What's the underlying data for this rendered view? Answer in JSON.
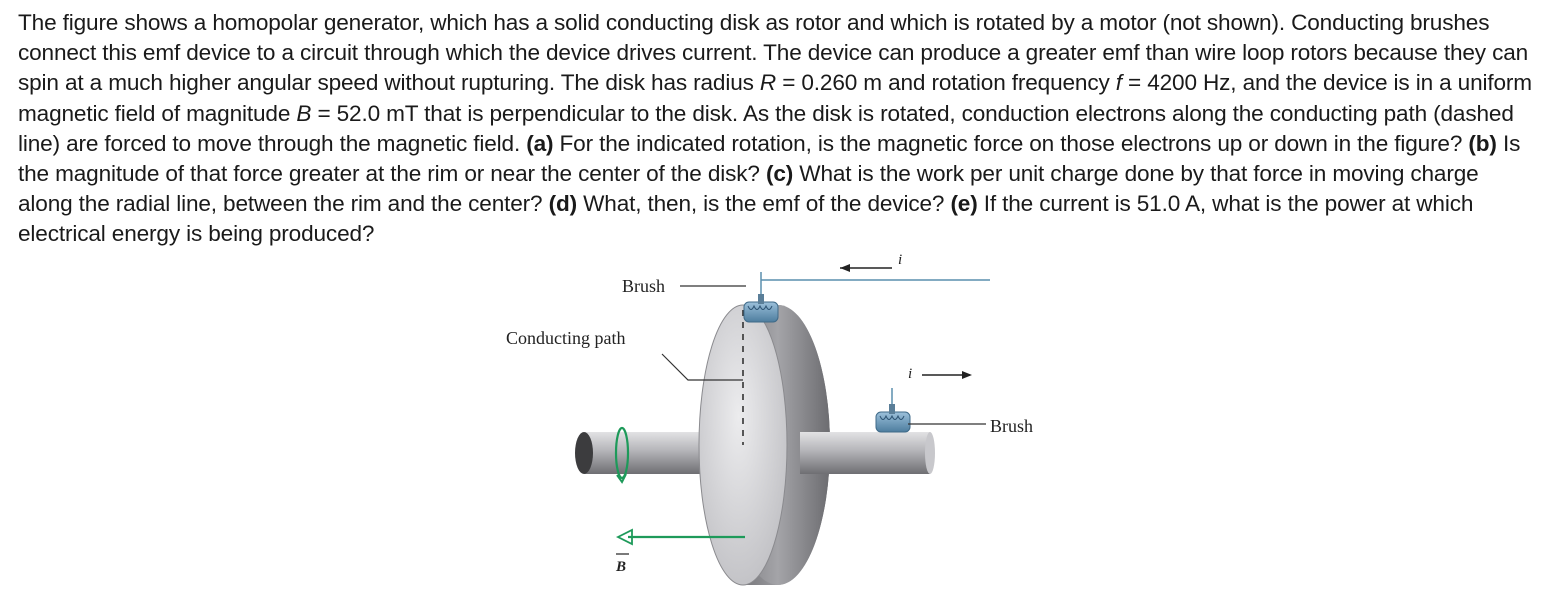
{
  "problem": {
    "intro": "The figure shows a homopolar generator, which has a solid conducting disk as rotor and which is rotated by a motor (not shown). Conducting brushes connect this emf device to a circuit through which the device drives current. The device can produce a greater emf than wire loop rotors because they can spin at a much higher angular speed without rupturing. The disk has radius ",
    "var_R": "R",
    "eq_R": " = 0.260 m and rotation frequency ",
    "var_f": "f",
    "eq_f": " = 4200 Hz, and the device is in a uniform magnetic field of magnitude ",
    "var_B": "B",
    "eq_B": " = 52.0 mT that is perpendicular to the disk. As the disk is rotated, conduction electrons along the conducting path (dashed line) are forced to move through the magnetic field. ",
    "part_a_label": "(a)",
    "part_a_text": " For the indicated rotation, is the magnetic force on those electrons up or down in the figure? ",
    "part_b_label": "(b)",
    "part_b_text": " Is the magnitude of that force greater at the rim or near the center of the disk? ",
    "part_c_label": "(c)",
    "part_c_text": " What is the work per unit charge done by that force in moving charge along the radial line, between the rim and the center? ",
    "part_d_label": "(d)",
    "part_d_text": " What, then, is the emf of the device? ",
    "part_e_label": "(e)",
    "part_e_text": " If the current is 51.0 A, what is the power at which electrical energy is being produced?"
  },
  "figure": {
    "label_brush_top": "Brush",
    "label_conducting_path": "Conducting path",
    "label_brush_right": "Brush",
    "label_current_top": "i",
    "label_current_right": "i",
    "label_field": "B",
    "colors": {
      "disk_face": "#d6d6d8",
      "disk_rim": "#8f8f93",
      "shaft": "#9c9ca0",
      "brush": "#6f98b8",
      "wire": "#5a8fae",
      "field_arrow": "#1e9a5a"
    }
  }
}
